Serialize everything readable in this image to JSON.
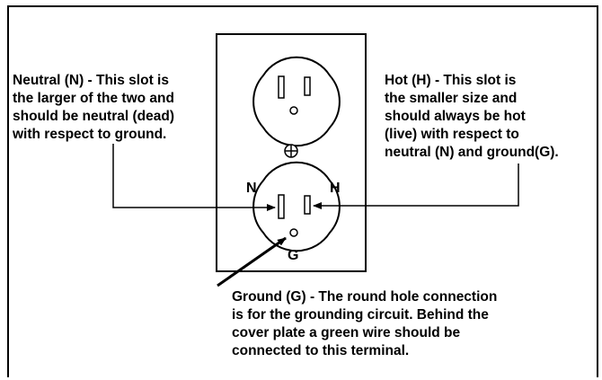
{
  "labels": {
    "neutral": "Neutral (N) - This slot is\nthe larger of the two and\nshould be neutral (dead)\nwith respect to ground.",
    "hot": "Hot (H) - This slot is\nthe smaller size and\nshould always be hot\n(live) with respect to\nneutral (N) and ground(G).",
    "ground": "Ground (G) - The round hole connection\nis for the grounding circuit. Behind the\ncover plate a green wire should be\nconnected to this terminal."
  },
  "outlet_letters": {
    "n": "N",
    "h": "H",
    "g": "G"
  }
}
